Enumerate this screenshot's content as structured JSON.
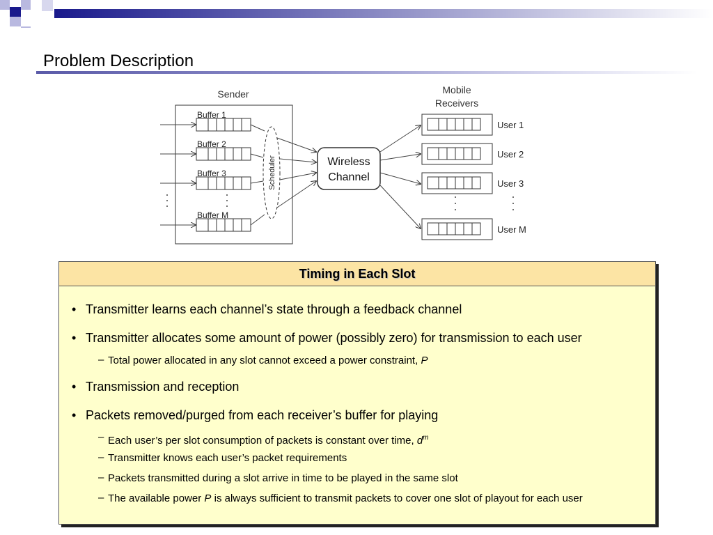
{
  "slide": {
    "title": "Problem Description"
  },
  "diagram": {
    "sender_label": "Sender",
    "receivers_label_line1": "Mobile",
    "receivers_label_line2": "Receivers",
    "buffers": [
      "Buffer 1",
      "Buffer 2",
      "Buffer 3",
      "Buffer M"
    ],
    "scheduler_label": "Scheduler",
    "channel_line1": "Wireless",
    "channel_line2": "Channel",
    "users": [
      "User 1",
      "User 2",
      "User 3",
      "User M"
    ]
  },
  "timing": {
    "heading": "Timing in Each Slot",
    "bullet1": "Transmitter learns each channel’s state through a feedback channel",
    "bullet2": "Transmitter allocates some amount of power (possibly zero) for transmission to each user",
    "sub2a": "Total power allocated in any slot cannot exceed a power constraint, ",
    "sub2a_var": "P",
    "bullet3": "Transmission and reception",
    "bullet4": "Packets removed/purged from each receiver’s buffer for playing",
    "sub4a": "Each user’s per slot consumption of packets is constant over time, ",
    "sub4a_var": "d",
    "sub4a_sup": "m",
    "sub4b": "Transmitter knows each user’s packet requirements",
    "sub4c": "Packets transmitted during a slot arrive in time to be played in the same slot",
    "sub4d_pre": "The available power ",
    "sub4d_var": "P",
    "sub4d_post": " is always sufficient to transmit packets to cover one slot of playout for each user"
  }
}
